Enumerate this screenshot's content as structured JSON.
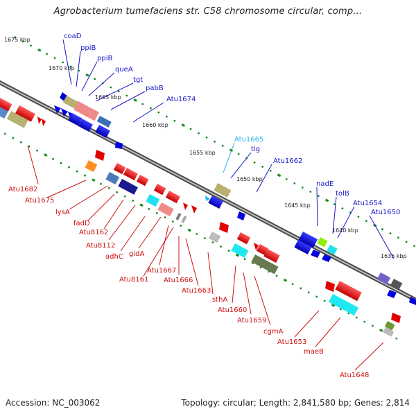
{
  "title": "Agrobacterium tumefaciens str. C58 chromosome circular, comp...",
  "footer": {
    "accession": "Accession: NC_003062",
    "meta": "Topology: circular; Length: 2,841,580 bp; Genes: 2,814"
  },
  "map": {
    "ticks": [
      "1675 kbp",
      "1670 kbp",
      "1665 kbp",
      "1660 kbp",
      "1655 kbp",
      "1650 kbp",
      "1645 kbp",
      "1640 kbp",
      "1635 kbp"
    ],
    "upper_labels": [
      {
        "text": "coaD",
        "color": "#1515c8"
      },
      {
        "text": "ppiB",
        "color": "#1515c8"
      },
      {
        "text": "ppiB",
        "color": "#1515c8"
      },
      {
        "text": "queA",
        "color": "#1515c8"
      },
      {
        "text": "tgt",
        "color": "#1515c8"
      },
      {
        "text": "pabB",
        "color": "#1515c8"
      },
      {
        "text": "Atu1674",
        "color": "#1515c8"
      },
      {
        "text": "Atu1665",
        "color": "#22b4ee"
      },
      {
        "text": "tig",
        "color": "#1515c8"
      },
      {
        "text": "Atu1662",
        "color": "#1515c8"
      },
      {
        "text": "nadE",
        "color": "#1515c8"
      },
      {
        "text": "tolB",
        "color": "#1515c8"
      },
      {
        "text": "Atu1654",
        "color": "#1515c8"
      },
      {
        "text": "Atu1650",
        "color": "#1515c8"
      }
    ],
    "lower_labels": [
      {
        "text": "Atu1682",
        "color": "#cc1111"
      },
      {
        "text": "Atu1675",
        "color": "#cc1111"
      },
      {
        "text": "lysA",
        "color": "#cc1111"
      },
      {
        "text": "fadD",
        "color": "#cc1111"
      },
      {
        "text": "Atu8162",
        "color": "#cc1111"
      },
      {
        "text": "Atu8112",
        "color": "#cc1111"
      },
      {
        "text": "adhC",
        "color": "#cc1111"
      },
      {
        "text": "gidA",
        "color": "#cc1111"
      },
      {
        "text": "Atu1667",
        "color": "#cc1111"
      },
      {
        "text": "Atu8161",
        "color": "#cc1111"
      },
      {
        "text": "Atu1666",
        "color": "#cc1111"
      },
      {
        "text": "Atu1663",
        "color": "#cc1111"
      },
      {
        "text": "sthA",
        "color": "#cc1111"
      },
      {
        "text": "Atu1660",
        "color": "#cc1111"
      },
      {
        "text": "Atu1659",
        "color": "#cc1111"
      },
      {
        "text": "cgmA",
        "color": "#cc1111"
      },
      {
        "text": "Atu1653",
        "color": "#cc1111"
      },
      {
        "text": "maeB",
        "color": "#cc1111"
      },
      {
        "text": "Atu1648",
        "color": "#cc1111"
      }
    ]
  }
}
